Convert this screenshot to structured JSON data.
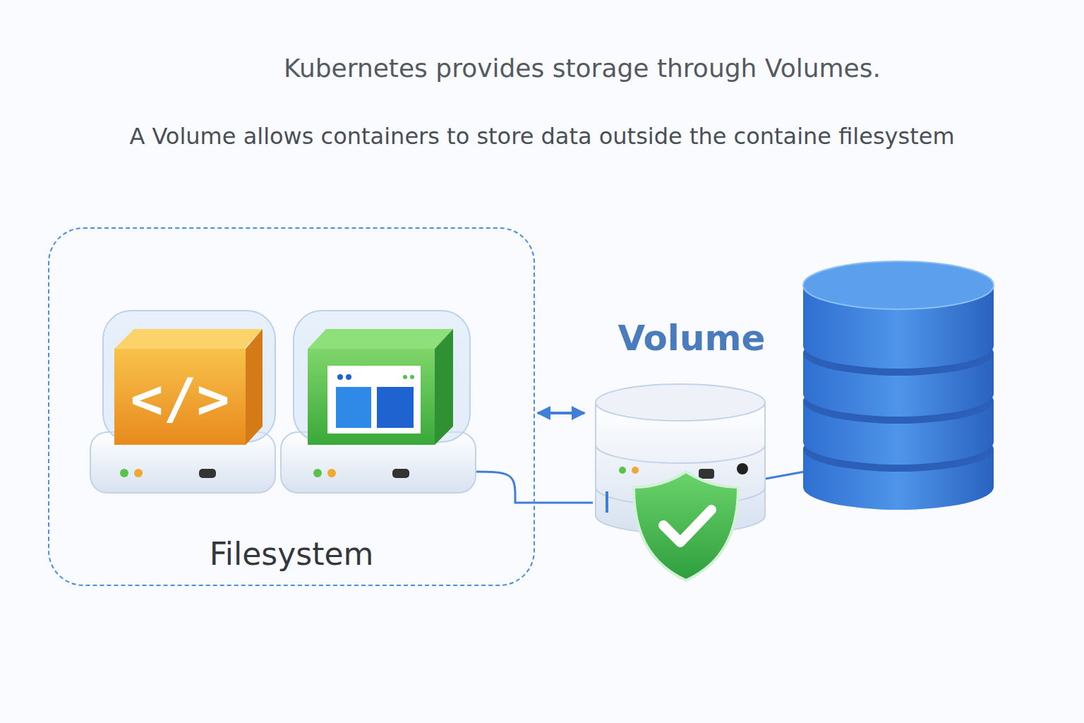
{
  "diagram": {
    "title": "Kubernetes provides storage through Volumes.",
    "caption": "A Volume allows containers to store data outside the containe filesystem",
    "nodes": [
      {
        "text": [
          "Filesystem"
        ]
      },
      {
        "text": [
          "Volume"
        ]
      }
    ],
    "edges": [
      {
        "from": 0,
        "to": 1,
        "arrow": "both"
      }
    ]
  }
}
